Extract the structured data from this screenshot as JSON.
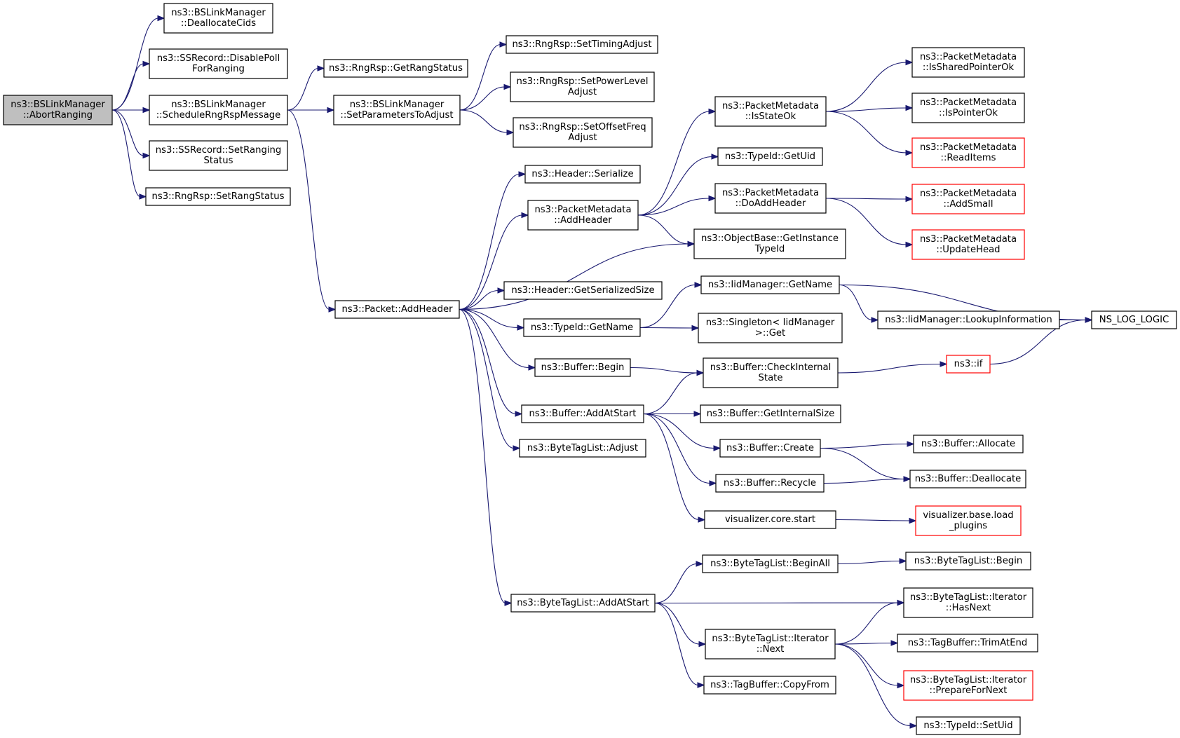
{
  "colors": {
    "edge": "#191970",
    "node_border": "#000000",
    "node_border_external": "#ff0000",
    "root_fill": "#bfbfbf"
  },
  "nodes": [
    {
      "id": "n1",
      "lines": [
        "ns3::BSLinkManager",
        "::AbortRanging"
      ],
      "root": true
    },
    {
      "id": "n2",
      "lines": [
        "ns3::BSLinkManager",
        "::DeallocateCids"
      ]
    },
    {
      "id": "n3",
      "lines": [
        "ns3::SSRecord::DisablePoll",
        "ForRanging"
      ]
    },
    {
      "id": "n4",
      "lines": [
        "ns3::BSLinkManager",
        "::ScheduleRngRspMessage"
      ]
    },
    {
      "id": "n5",
      "lines": [
        "ns3::SSRecord::SetRanging",
        "Status"
      ]
    },
    {
      "id": "n6",
      "lines": [
        "ns3::RngRsp::SetRangStatus"
      ]
    },
    {
      "id": "n7",
      "lines": [
        "ns3::RngRsp::GetRangStatus"
      ]
    },
    {
      "id": "n8",
      "lines": [
        "ns3::BSLinkManager",
        "::SetParametersToAdjust"
      ]
    },
    {
      "id": "n9",
      "lines": [
        "ns3::Packet::AddHeader"
      ]
    },
    {
      "id": "n10",
      "lines": [
        "ns3::RngRsp::SetTimingAdjust"
      ]
    },
    {
      "id": "n11",
      "lines": [
        "ns3::RngRsp::SetPowerLevel",
        "Adjust"
      ]
    },
    {
      "id": "n12",
      "lines": [
        "ns3::RngRsp::SetOffsetFreq",
        "Adjust"
      ]
    },
    {
      "id": "n13",
      "lines": [
        "ns3::Header::Serialize"
      ]
    },
    {
      "id": "n14",
      "lines": [
        "ns3::PacketMetadata",
        "::AddHeader"
      ]
    },
    {
      "id": "n15",
      "lines": [
        "ns3::Header::GetSerializedSize"
      ]
    },
    {
      "id": "n16",
      "lines": [
        "ns3::TypeId::GetName"
      ]
    },
    {
      "id": "n17",
      "lines": [
        "ns3::Buffer::Begin"
      ]
    },
    {
      "id": "n18",
      "lines": [
        "ns3::Buffer::AddAtStart"
      ]
    },
    {
      "id": "n19",
      "lines": [
        "ns3::ByteTagList::Adjust"
      ]
    },
    {
      "id": "n20",
      "lines": [
        "ns3::ByteTagList::AddAtStart"
      ]
    },
    {
      "id": "n21",
      "lines": [
        "ns3::PacketMetadata",
        "::IsStateOk"
      ]
    },
    {
      "id": "n22",
      "lines": [
        "ns3::TypeId::GetUid"
      ]
    },
    {
      "id": "n23",
      "lines": [
        "ns3::PacketMetadata",
        "::DoAddHeader"
      ]
    },
    {
      "id": "n24",
      "lines": [
        "ns3::ObjectBase::GetInstance",
        "TypeId"
      ]
    },
    {
      "id": "n25",
      "lines": [
        "ns3::IidManager::GetName"
      ]
    },
    {
      "id": "n26",
      "lines": [
        "ns3::Singleton< IidManager",
        ">::Get"
      ]
    },
    {
      "id": "n27",
      "lines": [
        "ns3::Buffer::CheckInternal",
        "State"
      ]
    },
    {
      "id": "n28",
      "lines": [
        "ns3::Buffer::GetInternalSize"
      ]
    },
    {
      "id": "n29",
      "lines": [
        "ns3::Buffer::Create"
      ]
    },
    {
      "id": "n30",
      "lines": [
        "ns3::Buffer::Recycle"
      ]
    },
    {
      "id": "n31",
      "lines": [
        "visualizer.core.start"
      ]
    },
    {
      "id": "n32",
      "lines": [
        "ns3::ByteTagList::BeginAll"
      ]
    },
    {
      "id": "n33",
      "lines": [
        "ns3::ByteTagList::Iterator",
        "::Next"
      ]
    },
    {
      "id": "n34",
      "lines": [
        "ns3::TagBuffer::CopyFrom"
      ]
    },
    {
      "id": "n35",
      "lines": [
        "ns3::PacketMetadata",
        "::IsSharedPointerOk"
      ]
    },
    {
      "id": "n36",
      "lines": [
        "ns3::PacketMetadata",
        "::IsPointerOk"
      ]
    },
    {
      "id": "n37",
      "lines": [
        "ns3::PacketMetadata",
        "::ReadItems"
      ],
      "external": true
    },
    {
      "id": "n38",
      "lines": [
        "ns3::PacketMetadata",
        "::AddSmall"
      ],
      "external": true
    },
    {
      "id": "n39",
      "lines": [
        "ns3::PacketMetadata",
        "::UpdateHead"
      ],
      "external": true
    },
    {
      "id": "n40",
      "lines": [
        "ns3::IidManager::LookupInformation"
      ]
    },
    {
      "id": "n41",
      "lines": [
        "ns3::if"
      ],
      "external": true
    },
    {
      "id": "n42",
      "lines": [
        "ns3::Buffer::Allocate"
      ]
    },
    {
      "id": "n43",
      "lines": [
        "ns3::Buffer::Deallocate"
      ]
    },
    {
      "id": "n44",
      "lines": [
        "visualizer.base.load",
        "_plugins"
      ],
      "external": true
    },
    {
      "id": "n45",
      "lines": [
        "ns3::ByteTagList::Begin"
      ]
    },
    {
      "id": "n46",
      "lines": [
        "ns3::ByteTagList::Iterator",
        "::HasNext"
      ]
    },
    {
      "id": "n47",
      "lines": [
        "ns3::TagBuffer::TrimAtEnd"
      ]
    },
    {
      "id": "n48",
      "lines": [
        "ns3::ByteTagList::Iterator",
        "::PrepareForNext"
      ],
      "external": true
    },
    {
      "id": "n49",
      "lines": [
        "ns3::TypeId::SetUid"
      ]
    },
    {
      "id": "n50",
      "lines": [
        "NS_LOG_LOGIC"
      ]
    }
  ],
  "edges": [
    [
      "n1",
      "n2"
    ],
    [
      "n1",
      "n3"
    ],
    [
      "n1",
      "n4"
    ],
    [
      "n1",
      "n5"
    ],
    [
      "n1",
      "n6"
    ],
    [
      "n4",
      "n7"
    ],
    [
      "n4",
      "n8"
    ],
    [
      "n4",
      "n9"
    ],
    [
      "n8",
      "n10"
    ],
    [
      "n8",
      "n11"
    ],
    [
      "n8",
      "n12"
    ],
    [
      "n9",
      "n13"
    ],
    [
      "n9",
      "n14"
    ],
    [
      "n9",
      "n24"
    ],
    [
      "n9",
      "n15"
    ],
    [
      "n9",
      "n16"
    ],
    [
      "n9",
      "n17"
    ],
    [
      "n9",
      "n18"
    ],
    [
      "n9",
      "n19"
    ],
    [
      "n9",
      "n20"
    ],
    [
      "n14",
      "n21"
    ],
    [
      "n14",
      "n22"
    ],
    [
      "n14",
      "n23"
    ],
    [
      "n14",
      "n24"
    ],
    [
      "n21",
      "n35"
    ],
    [
      "n21",
      "n36"
    ],
    [
      "n21",
      "n37"
    ],
    [
      "n23",
      "n38"
    ],
    [
      "n23",
      "n39"
    ],
    [
      "n16",
      "n25"
    ],
    [
      "n16",
      "n26"
    ],
    [
      "n25",
      "n40"
    ],
    [
      "n25",
      "n50"
    ],
    [
      "n40",
      "n50"
    ],
    [
      "n17",
      "n27"
    ],
    [
      "n27",
      "n41"
    ],
    [
      "n41",
      "n50"
    ],
    [
      "n18",
      "n27"
    ],
    [
      "n18",
      "n28"
    ],
    [
      "n18",
      "n29"
    ],
    [
      "n18",
      "n30"
    ],
    [
      "n18",
      "n31"
    ],
    [
      "n29",
      "n42"
    ],
    [
      "n29",
      "n43"
    ],
    [
      "n30",
      "n43"
    ],
    [
      "n31",
      "n44"
    ],
    [
      "n20",
      "n32"
    ],
    [
      "n20",
      "n46"
    ],
    [
      "n20",
      "n33"
    ],
    [
      "n20",
      "n34"
    ],
    [
      "n32",
      "n45"
    ],
    [
      "n33",
      "n46"
    ],
    [
      "n33",
      "n47"
    ],
    [
      "n33",
      "n48"
    ],
    [
      "n33",
      "n49"
    ]
  ]
}
